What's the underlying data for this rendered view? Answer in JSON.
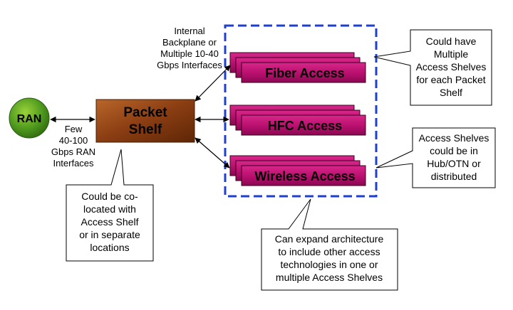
{
  "nodes": {
    "ran": {
      "label": "RAN"
    },
    "packet_shelf": {
      "line1": "Packet",
      "line2": "Shelf"
    },
    "fiber": {
      "label": "Fiber Access"
    },
    "hfc": {
      "label": "HFC Access"
    },
    "wireless": {
      "label": "Wireless Access"
    }
  },
  "labels": {
    "backplane": [
      "Internal",
      "Backplane or",
      "Multiple 10-40",
      "Gbps Interfaces"
    ],
    "ran_interfaces": [
      "Few",
      "40-100",
      "Gbps RAN",
      "Interfaces"
    ]
  },
  "callouts": {
    "multiple_shelves": [
      "Could have",
      "Multiple",
      "Access Shelves",
      "for each Packet",
      "Shelf"
    ],
    "hub_otn": [
      "Access Shelves",
      "could be in",
      "Hub/OTN or",
      "distributed"
    ],
    "colocated": [
      "Could be co-",
      "located with",
      "Access Shelf",
      "or in separate",
      "locations"
    ],
    "expand": [
      "Can expand architecture",
      "to include other access",
      "technologies in one or",
      "multiple Access Shelves"
    ]
  },
  "colors": {
    "ran_fill": "#4f9a1e",
    "packet_shelf_fill": "#8a3d12",
    "access_fill": "#b80f6e",
    "access_border": "#3a0022",
    "dashed_box": "#1f3fcf"
  }
}
